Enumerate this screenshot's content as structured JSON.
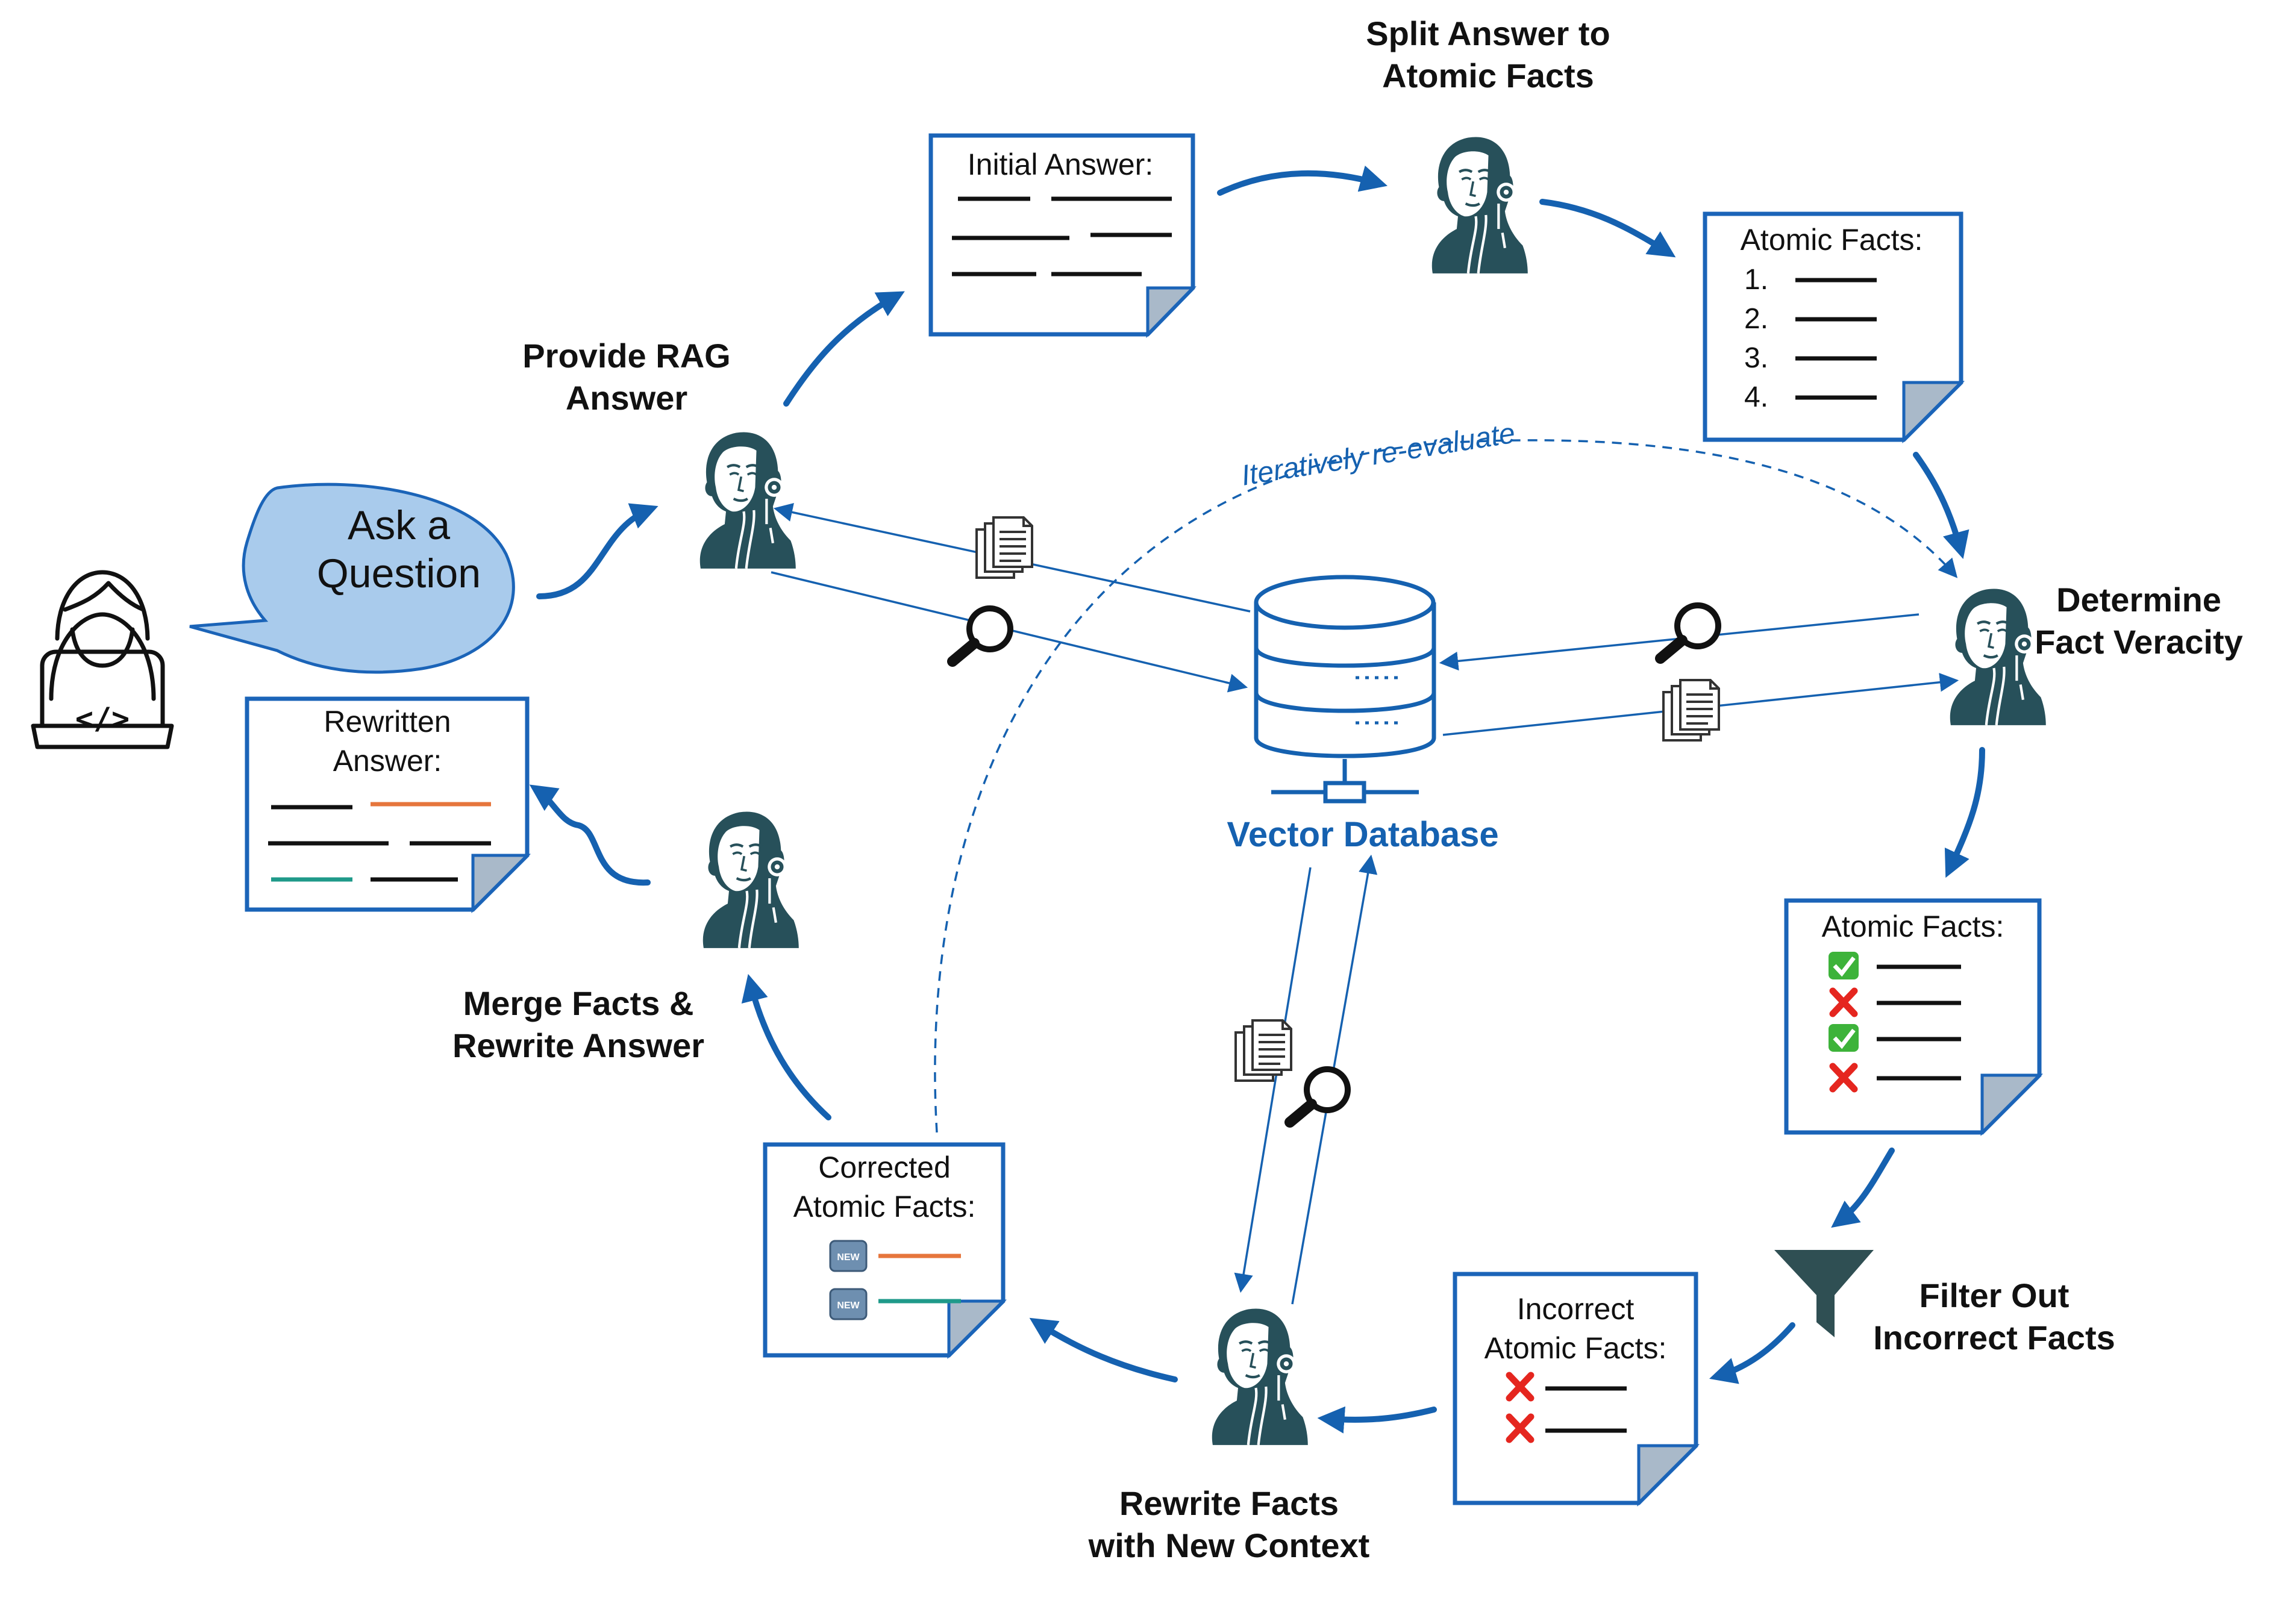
{
  "colors": {
    "blue": "#1561b0",
    "doc_border": "#1b64b8",
    "doc_fold": "#a9b9c9",
    "bubble": "#a9cbec",
    "robot": "#27505a",
    "orange": "#e6763c",
    "teal": "#1f9a8a",
    "green": "#3db33a",
    "red": "#e5261f",
    "funnel": "#2f4f53",
    "badge": "#6e8fb0"
  },
  "user": {
    "icon": "developer-laptop-icon",
    "code_glyph": "</>"
  },
  "bubble": {
    "line1": "Ask a",
    "line2": "Question"
  },
  "steps": {
    "provide": {
      "line1": "Provide RAG",
      "line2": "Answer"
    },
    "split": {
      "line1": "Split Answer to",
      "line2": "Atomic Facts"
    },
    "determine": {
      "line1": "Determine",
      "line2": "Fact Veracity"
    },
    "filter": {
      "line1": "Filter Out",
      "line2": "Incorrect Facts"
    },
    "rewrite": {
      "line1": "Rewrite Facts",
      "line2": "with New Context"
    },
    "merge": {
      "line1": "Merge Facts &",
      "line2": "Rewrite Answer"
    }
  },
  "docs": {
    "initial": {
      "title": "Initial Answer:"
    },
    "atomic": {
      "title": "Atomic Facts:",
      "items": [
        "1.",
        "2.",
        "3.",
        "4."
      ]
    },
    "veracity": {
      "title": "Atomic Facts:",
      "marks": [
        "check",
        "cross",
        "check",
        "cross"
      ]
    },
    "incorrect": {
      "line1": "Incorrect",
      "line2": "Atomic Facts:"
    },
    "corrected": {
      "line1": "Corrected",
      "line2": "Atomic Facts:",
      "badge": "NEW"
    },
    "rewritten": {
      "line1": "Rewritten",
      "line2": "Answer:"
    }
  },
  "database": {
    "label": "Vector Database",
    "icon": "database-icon"
  },
  "iterate": {
    "label": "Iteratively re-evaluate"
  }
}
